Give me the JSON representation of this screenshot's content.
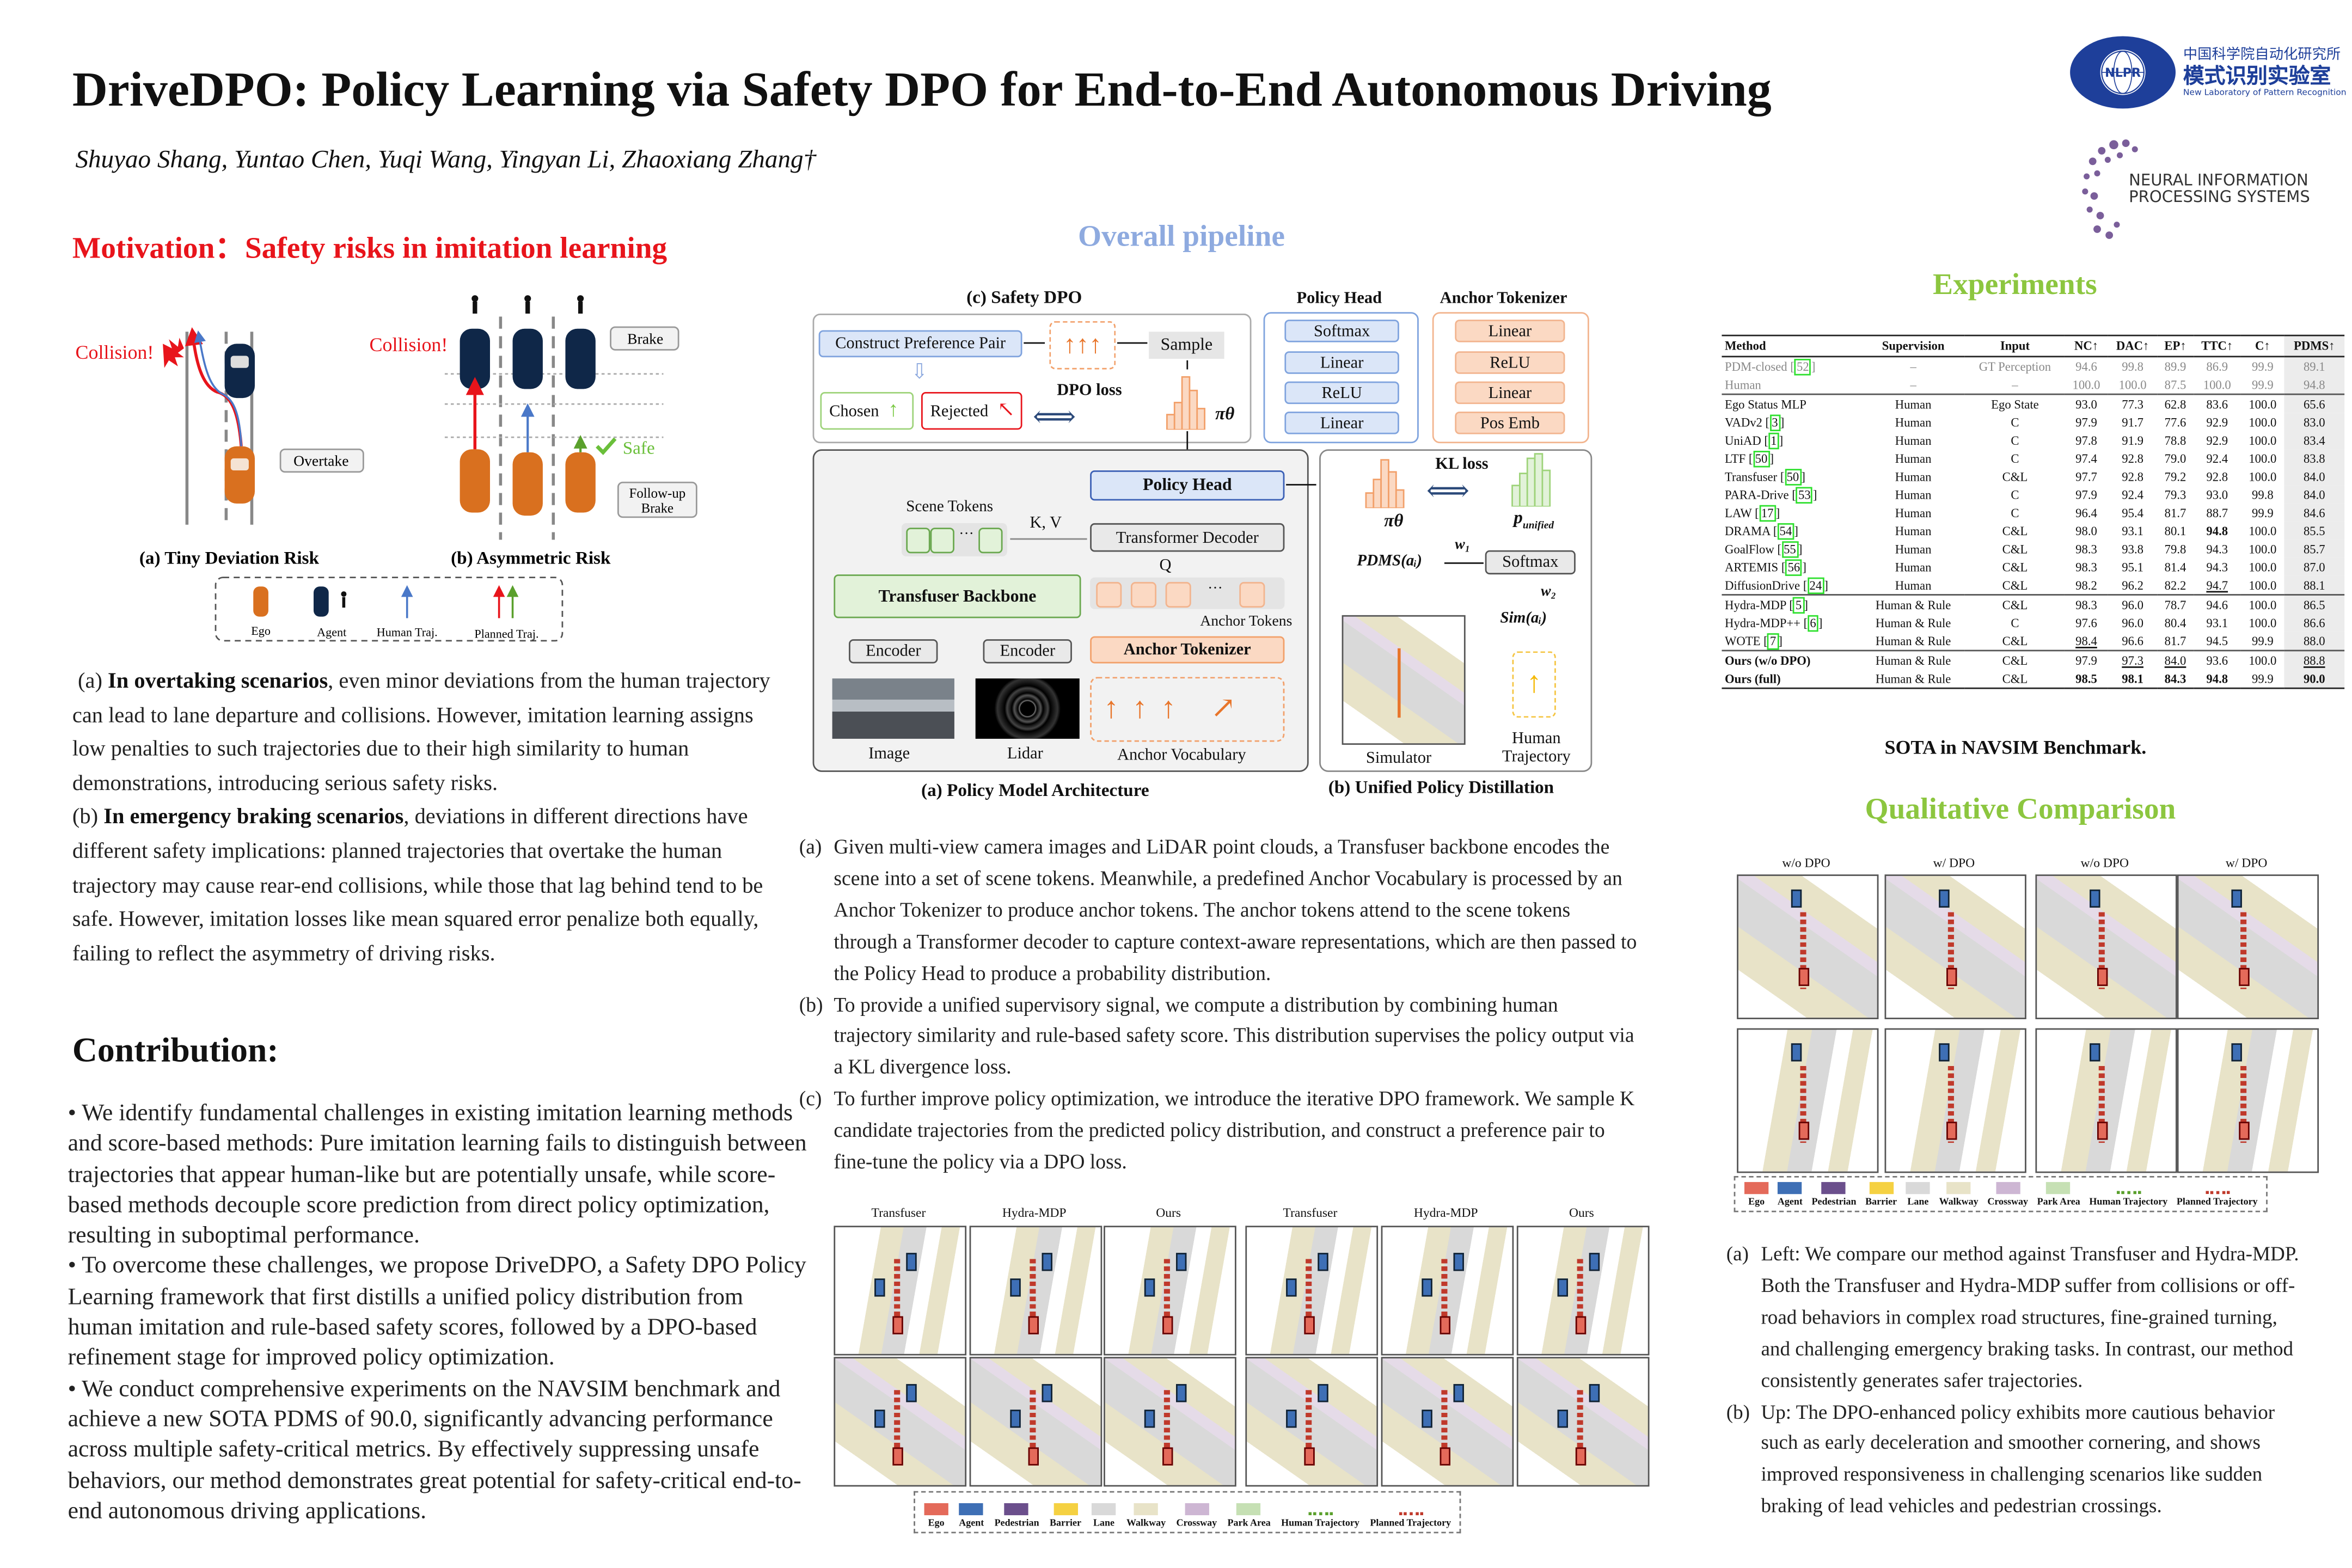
{
  "header": {
    "title": "DriveDPO: Policy Learning via Safety DPO for End-to-End Autonomous Driving",
    "authors": "Shuyao Shang, Yuntao Chen, Yuqi Wang, Yingyan Li, Zhaoxiang Zhang†",
    "logo_nlpr": {
      "emblem": "NLPR",
      "ring": "NEW LABORATORY OF PATTERN RECOGNITION",
      "cn_line1": "中国科学院自动化研究所",
      "cn_line2": "模式识别实验室",
      "en": "New Laboratory of Pattern Recognition",
      "color": "#1e3f9a"
    },
    "logo_neurips": {
      "line1": "NEURAL INFORMATION",
      "line2": "PROCESSING SYSTEMS",
      "color": "#6b4f8c"
    }
  },
  "motivation": {
    "heading": "Motivation：Safety risks in imitation learning",
    "figure": {
      "collision_a": "Collision!",
      "overtake": "Overtake",
      "collision_b": "Collision!",
      "brake": "Brake",
      "safe": "Safe",
      "follow_up_1": "Follow-up",
      "follow_up_2": "Brake",
      "caption_a": "(a) Tiny Deviation Risk",
      "caption_b": "(b) Asymmetric Risk",
      "legend": [
        "Ego",
        "Agent",
        "Human Traj.",
        "Planned Traj."
      ]
    },
    "para_a_label": "(a)",
    "para_a_bold": "In overtaking scenarios",
    "para_a_text": ", even minor deviations from the human trajectory can lead to lane departure and collisions. However, imitation learning assigns low penalties to such trajectories due to their high similarity to human demonstrations, introducing serious safety risks.",
    "para_b_label": "(b)",
    "para_b_bold": "In emergency braking scenarios",
    "para_b_text": ", deviations in different directions have different safety implications: planned trajectories that overtake the human trajectory may cause rear-end collisions, while those that lag behind tend to be safe. However, imitation losses like mean squared error penalize both equally, failing to reflect the asymmetry of driving risks."
  },
  "contribution": {
    "heading": "Contribution:",
    "bullets": [
      "• We identify fundamental challenges in existing imitation learning methods and score-based methods: Pure imitation learning fails to distinguish between trajectories that appear human-like but are potentially unsafe, while score-based methods decouple score prediction from direct policy optimization, resulting in suboptimal performance.",
      "• To overcome these challenges, we propose DriveDPO, a Safety DPO Policy Learning framework that first distills a unified policy distribution from human imitation and rule-based safety scores, followed by a DPO-based refinement stage for improved policy optimization.",
      "• We conduct comprehensive experiments on the NAVSIM benchmark and achieve a new SOTA PDMS of 90.0, significantly advancing performance across multiple safety-critical metrics. By effectively suppressing unsafe behaviors, our method demonstrates great potential for safety-critical end-to-end autonomous driving applications."
    ]
  },
  "pipeline": {
    "heading": "Overall pipeline",
    "safety_dpo_title": "(c) Safety DPO",
    "construct_pair": "Construct Preference Pair",
    "sample": "Sample",
    "chosen": "Chosen",
    "rejected": "Rejected",
    "dpo_loss": "DPO loss",
    "pi_theta": "πθ",
    "policy_head_title": "Policy Head",
    "policy_head_layers": [
      "Softmax",
      "Linear",
      "ReLU",
      "Linear"
    ],
    "anchor_tokenizer_title": "Anchor Tokenizer",
    "anchor_tokenizer_layers": [
      "Linear",
      "ReLU",
      "Linear",
      "Pos Emb"
    ],
    "policy_head": "Policy Head",
    "scene_tokens": "Scene Tokens",
    "kv": "K, V",
    "transformer_decoder": "Transformer Decoder",
    "q": "Q",
    "transfuser_backbone": "Transfuser Backbone",
    "anchor_tokens": "Anchor Tokens",
    "encoder": "Encoder",
    "anchor_tokenizer": "Anchor Tokenizer",
    "image": "Image",
    "lidar": "Lidar",
    "anchor_vocabulary": "Anchor Vocabulary",
    "ellipsis": "···",
    "caption_a": "(a) Policy Model Architecture",
    "caption_b": "(b) Unified Policy Distillation",
    "kl_loss": "KL loss",
    "p_unified": "p",
    "p_unified_sub": "unified",
    "pdms": "PDMS(aᵢ)",
    "w1": "w₁",
    "w2": "w₂",
    "softmax": "Softmax",
    "sim": "Sim(aᵢ)",
    "simulator": "Simulator",
    "human_traj_1": "Human",
    "human_traj_2": "Trajectory",
    "desc": [
      {
        "label": "(a)",
        "text": "Given multi-view camera images and LiDAR point clouds, a Transfuser backbone encodes the scene into a set of scene tokens. Meanwhile, a predefined Anchor Vocabulary is processed by an Anchor Tokenizer to produce anchor tokens. The anchor tokens attend to the scene tokens through a Transformer decoder to capture context-aware representations, which are then passed to the Policy Head to produce a probability distribution."
      },
      {
        "label": "(b)",
        "text": "To provide a unified supervisory signal, we compute a distribution by combining human trajectory similarity and rule-based safety score. This distribution supervises the policy output via a KL divergence loss."
      },
      {
        "label": "(c)",
        "text": "To further improve policy optimization, we introduce the iterative DPO framework. We sample K candidate trajectories from the predicted policy distribution, and construct a preference pair to fine-tune the policy via a DPO loss."
      }
    ],
    "comparison_labels": [
      "Transfuser",
      "Hydra-MDP",
      "Ours",
      "Transfuser",
      "Hydra-MDP",
      "Ours"
    ]
  },
  "legend_map": [
    {
      "label": "Ego",
      "color": "#e46a5a"
    },
    {
      "label": "Agent",
      "color": "#3e6fb5"
    },
    {
      "label": "Pedestrian",
      "color": "#6b4f8c"
    },
    {
      "label": "Barrier",
      "color": "#f5d142"
    },
    {
      "label": "Lane",
      "color": "#d9d9d9"
    },
    {
      "label": "Walkway",
      "color": "#e8e3c8"
    },
    {
      "label": "Crossway",
      "color": "#cdb6d3"
    },
    {
      "label": "Park Area",
      "color": "#c6e0b4"
    },
    {
      "label": "Human Trajectory",
      "color": "#5aa02c"
    },
    {
      "label": "Planned Trajectory",
      "color": "#c0392b"
    }
  ],
  "experiments": {
    "heading": "Experiments",
    "columns": [
      "Method",
      "Supervision",
      "Input",
      "NC↑",
      "DAC↑",
      "EP↑",
      "TTC↑",
      "C↑",
      "PDMS↑"
    ],
    "groups": [
      {
        "style": "grey",
        "rows": [
          {
            "method": "PDM-closed",
            "ref": "52",
            "sup": "–",
            "input": "GT Perception",
            "v": [
              "94.6",
              "99.8",
              "89.9",
              "86.9",
              "99.9",
              "89.1"
            ]
          },
          {
            "method": "Human",
            "ref": "",
            "sup": "–",
            "input": "–",
            "v": [
              "100.0",
              "100.0",
              "87.5",
              "100.0",
              "99.9",
              "94.8"
            ]
          }
        ]
      },
      {
        "style": "normal",
        "rows": [
          {
            "method": "Ego Status MLP",
            "ref": "",
            "sup": "Human",
            "input": "Ego State",
            "v": [
              "93.0",
              "77.3",
              "62.8",
              "83.6",
              "100.0",
              "65.6"
            ]
          },
          {
            "method": "VADv2",
            "ref": "3",
            "sup": "Human",
            "input": "C",
            "v": [
              "97.9",
              "91.7",
              "77.6",
              "92.9",
              "100.0",
              "83.0"
            ]
          },
          {
            "method": "UniAD",
            "ref": "1",
            "sup": "Human",
            "input": "C",
            "v": [
              "97.8",
              "91.9",
              "78.8",
              "92.9",
              "100.0",
              "83.4"
            ]
          },
          {
            "method": "LTF",
            "ref": "50",
            "sup": "Human",
            "input": "C",
            "v": [
              "97.4",
              "92.8",
              "79.0",
              "92.4",
              "100.0",
              "83.8"
            ]
          },
          {
            "method": "Transfuser",
            "ref": "50",
            "sup": "Human",
            "input": "C&L",
            "v": [
              "97.7",
              "92.8",
              "79.2",
              "92.8",
              "100.0",
              "84.0"
            ]
          },
          {
            "method": "PARA-Drive",
            "ref": "53",
            "sup": "Human",
            "input": "C",
            "v": [
              "97.9",
              "92.4",
              "79.3",
              "93.0",
              "99.8",
              "84.0"
            ]
          },
          {
            "method": "LAW",
            "ref": "17",
            "sup": "Human",
            "input": "C",
            "v": [
              "96.4",
              "95.4",
              "81.7",
              "88.7",
              "99.9",
              "84.6"
            ]
          },
          {
            "method": "DRAMA",
            "ref": "54",
            "sup": "Human",
            "input": "C&L",
            "v": [
              "98.0",
              "93.1",
              "80.1",
              "94.8",
              "100.0",
              "85.5"
            ],
            "bold": [
              3
            ]
          },
          {
            "method": "GoalFlow",
            "ref": "55",
            "sup": "Human",
            "input": "C&L",
            "v": [
              "98.3",
              "93.8",
              "79.8",
              "94.3",
              "100.0",
              "85.7"
            ]
          },
          {
            "method": "ARTEMIS",
            "ref": "56",
            "sup": "Human",
            "input": "C&L",
            "v": [
              "98.3",
              "95.1",
              "81.4",
              "94.3",
              "100.0",
              "87.0"
            ]
          },
          {
            "method": "DiffusionDrive",
            "ref": "24",
            "sup": "Human",
            "input": "C&L",
            "v": [
              "98.2",
              "96.2",
              "82.2",
              "94.7",
              "100.0",
              "88.1"
            ],
            "underline": [
              3
            ]
          }
        ]
      },
      {
        "style": "normal",
        "rows": [
          {
            "method": "Hydra-MDP",
            "ref": "5",
            "sup": "Human & Rule",
            "input": "C&L",
            "v": [
              "98.3",
              "96.0",
              "78.7",
              "94.6",
              "100.0",
              "86.5"
            ]
          },
          {
            "method": "Hydra-MDP++",
            "ref": "6",
            "sup": "Human & Rule",
            "input": "C",
            "v": [
              "97.6",
              "96.0",
              "80.4",
              "93.1",
              "100.0",
              "86.6"
            ]
          },
          {
            "method": "WOTE",
            "ref": "7",
            "sup": "Human & Rule",
            "input": "C&L",
            "v": [
              "98.4",
              "96.6",
              "81.7",
              "94.5",
              "99.9",
              "88.0"
            ],
            "underline": [
              0
            ]
          }
        ]
      },
      {
        "style": "ours",
        "rows": [
          {
            "method": "Ours (w/o DPO)",
            "ref": "",
            "sup": "Human & Rule",
            "input": "C&L",
            "v": [
              "97.9",
              "97.3",
              "84.0",
              "93.6",
              "100.0",
              "88.8"
            ],
            "underline": [
              1,
              2,
              5
            ]
          },
          {
            "method": "Ours (full)",
            "ref": "",
            "sup": "Human & Rule",
            "input": "C&L",
            "v": [
              "98.5",
              "98.1",
              "84.3",
              "94.8",
              "99.9",
              "90.0"
            ],
            "bold": [
              0,
              1,
              2,
              3,
              5
            ]
          }
        ]
      }
    ],
    "caption": "SOTA in NAVSIM Benchmark."
  },
  "qualitative": {
    "heading": "Qualitative Comparison",
    "labels": [
      "w/o DPO",
      "w/ DPO",
      "w/o DPO",
      "w/ DPO"
    ],
    "desc": [
      {
        "label": "(a)",
        "text": "Left: We compare our method against Transfuser and Hydra-MDP. Both the Transfuser and Hydra-MDP suffer from collisions or off-road behaviors in complex road structures, fine-grained turning, and challenging emergency braking tasks. In contrast, our method consistently generates safer trajectories."
      },
      {
        "label": "(b)",
        "text": "Up: The DPO-enhanced policy exhibits more cautious behavior such as early deceleration and smoother cornering, and shows improved responsiveness in challenging scenarios like sudden braking of lead vehicles and pedestrian crossings."
      }
    ]
  }
}
